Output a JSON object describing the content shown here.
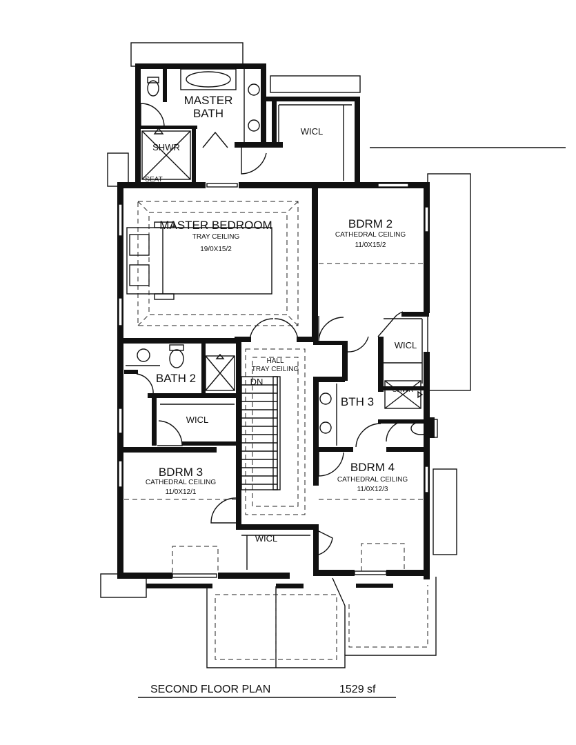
{
  "plan": {
    "title": "SECOND FLOOR PLAN",
    "area": "1529 sf"
  },
  "rooms": {
    "master_bath": {
      "line1": "MASTER",
      "line2": "BATH"
    },
    "shower_master": "SHWR",
    "seat": "SEAT",
    "wicl_master": "WICL",
    "master_bedroom": {
      "name": "MASTER BEDROOM",
      "ceiling": "TRAY CEILING",
      "size": "19/0X15/2"
    },
    "bdrm2": {
      "name": "BDRM 2",
      "ceiling": "CATHEDRAL CEILING",
      "size": "11/0X15/2"
    },
    "wicl_bdrm2": "WICL",
    "hall": {
      "name": "HALL",
      "ceiling": "TRAY CEILING"
    },
    "stair_dn": "DN",
    "bath2": "BATH 2",
    "wicl_bdrm3": "WICL",
    "bth3": "BTH 3",
    "shower_bth3": "SHWR",
    "bdrm3": {
      "name": "BDRM 3",
      "ceiling": "CATHEDRAL CEILING",
      "size": "11/0X12/1"
    },
    "bdrm4": {
      "name": "BDRM 4",
      "ceiling": "CATHEDRAL CEILING",
      "size": "11/0X12/3"
    },
    "wicl_hall": "WICL"
  }
}
